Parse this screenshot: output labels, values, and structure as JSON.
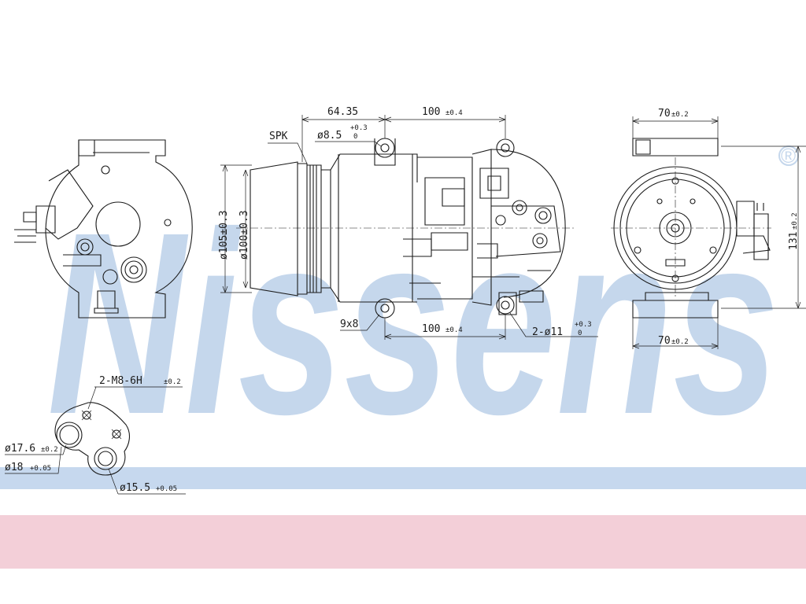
{
  "brand": {
    "watermark": "Nissens",
    "registered_mark": "®",
    "watermark_color": "#c5d7ec",
    "band_blue": "#c6d8ee",
    "band_pink": "#f3cfd8"
  },
  "labels": {
    "belt": "SPK",
    "dim_top_offset": "64.35",
    "dim_top_spacing": "100",
    "dim_top_spacing_tol": "±0.4",
    "hole_top_diam": "ø8.5",
    "hole_top_tol_upper": "+0.3",
    "hole_top_tol_lower": "0",
    "pulley_outer": "ø105±0.3",
    "pulley_inner": "ø100±0.3",
    "slot": "9x8",
    "dim_bottom_spacing": "100",
    "dim_bottom_spacing_tol": "±0.4",
    "hole_bottom_diam": "2-ø11",
    "hole_bottom_tol_upper": "+0.3",
    "hole_bottom_tol_lower": "0",
    "right_top_width": "70",
    "right_top_width_tol": "±0.2",
    "right_height": "131",
    "right_height_tol": "±0.2",
    "right_bottom_width": "70",
    "right_bottom_width_tol": "±0.2",
    "port_thread": "2-M8-6H",
    "port_thread_tol": "±0.2",
    "port_d1": "ø17.6",
    "port_d1_tol": "±0.2",
    "port_d2": "ø18",
    "port_d2_tol": "+0.05",
    "port_d3": "ø15.5",
    "port_d3_tol": "+0.05"
  }
}
